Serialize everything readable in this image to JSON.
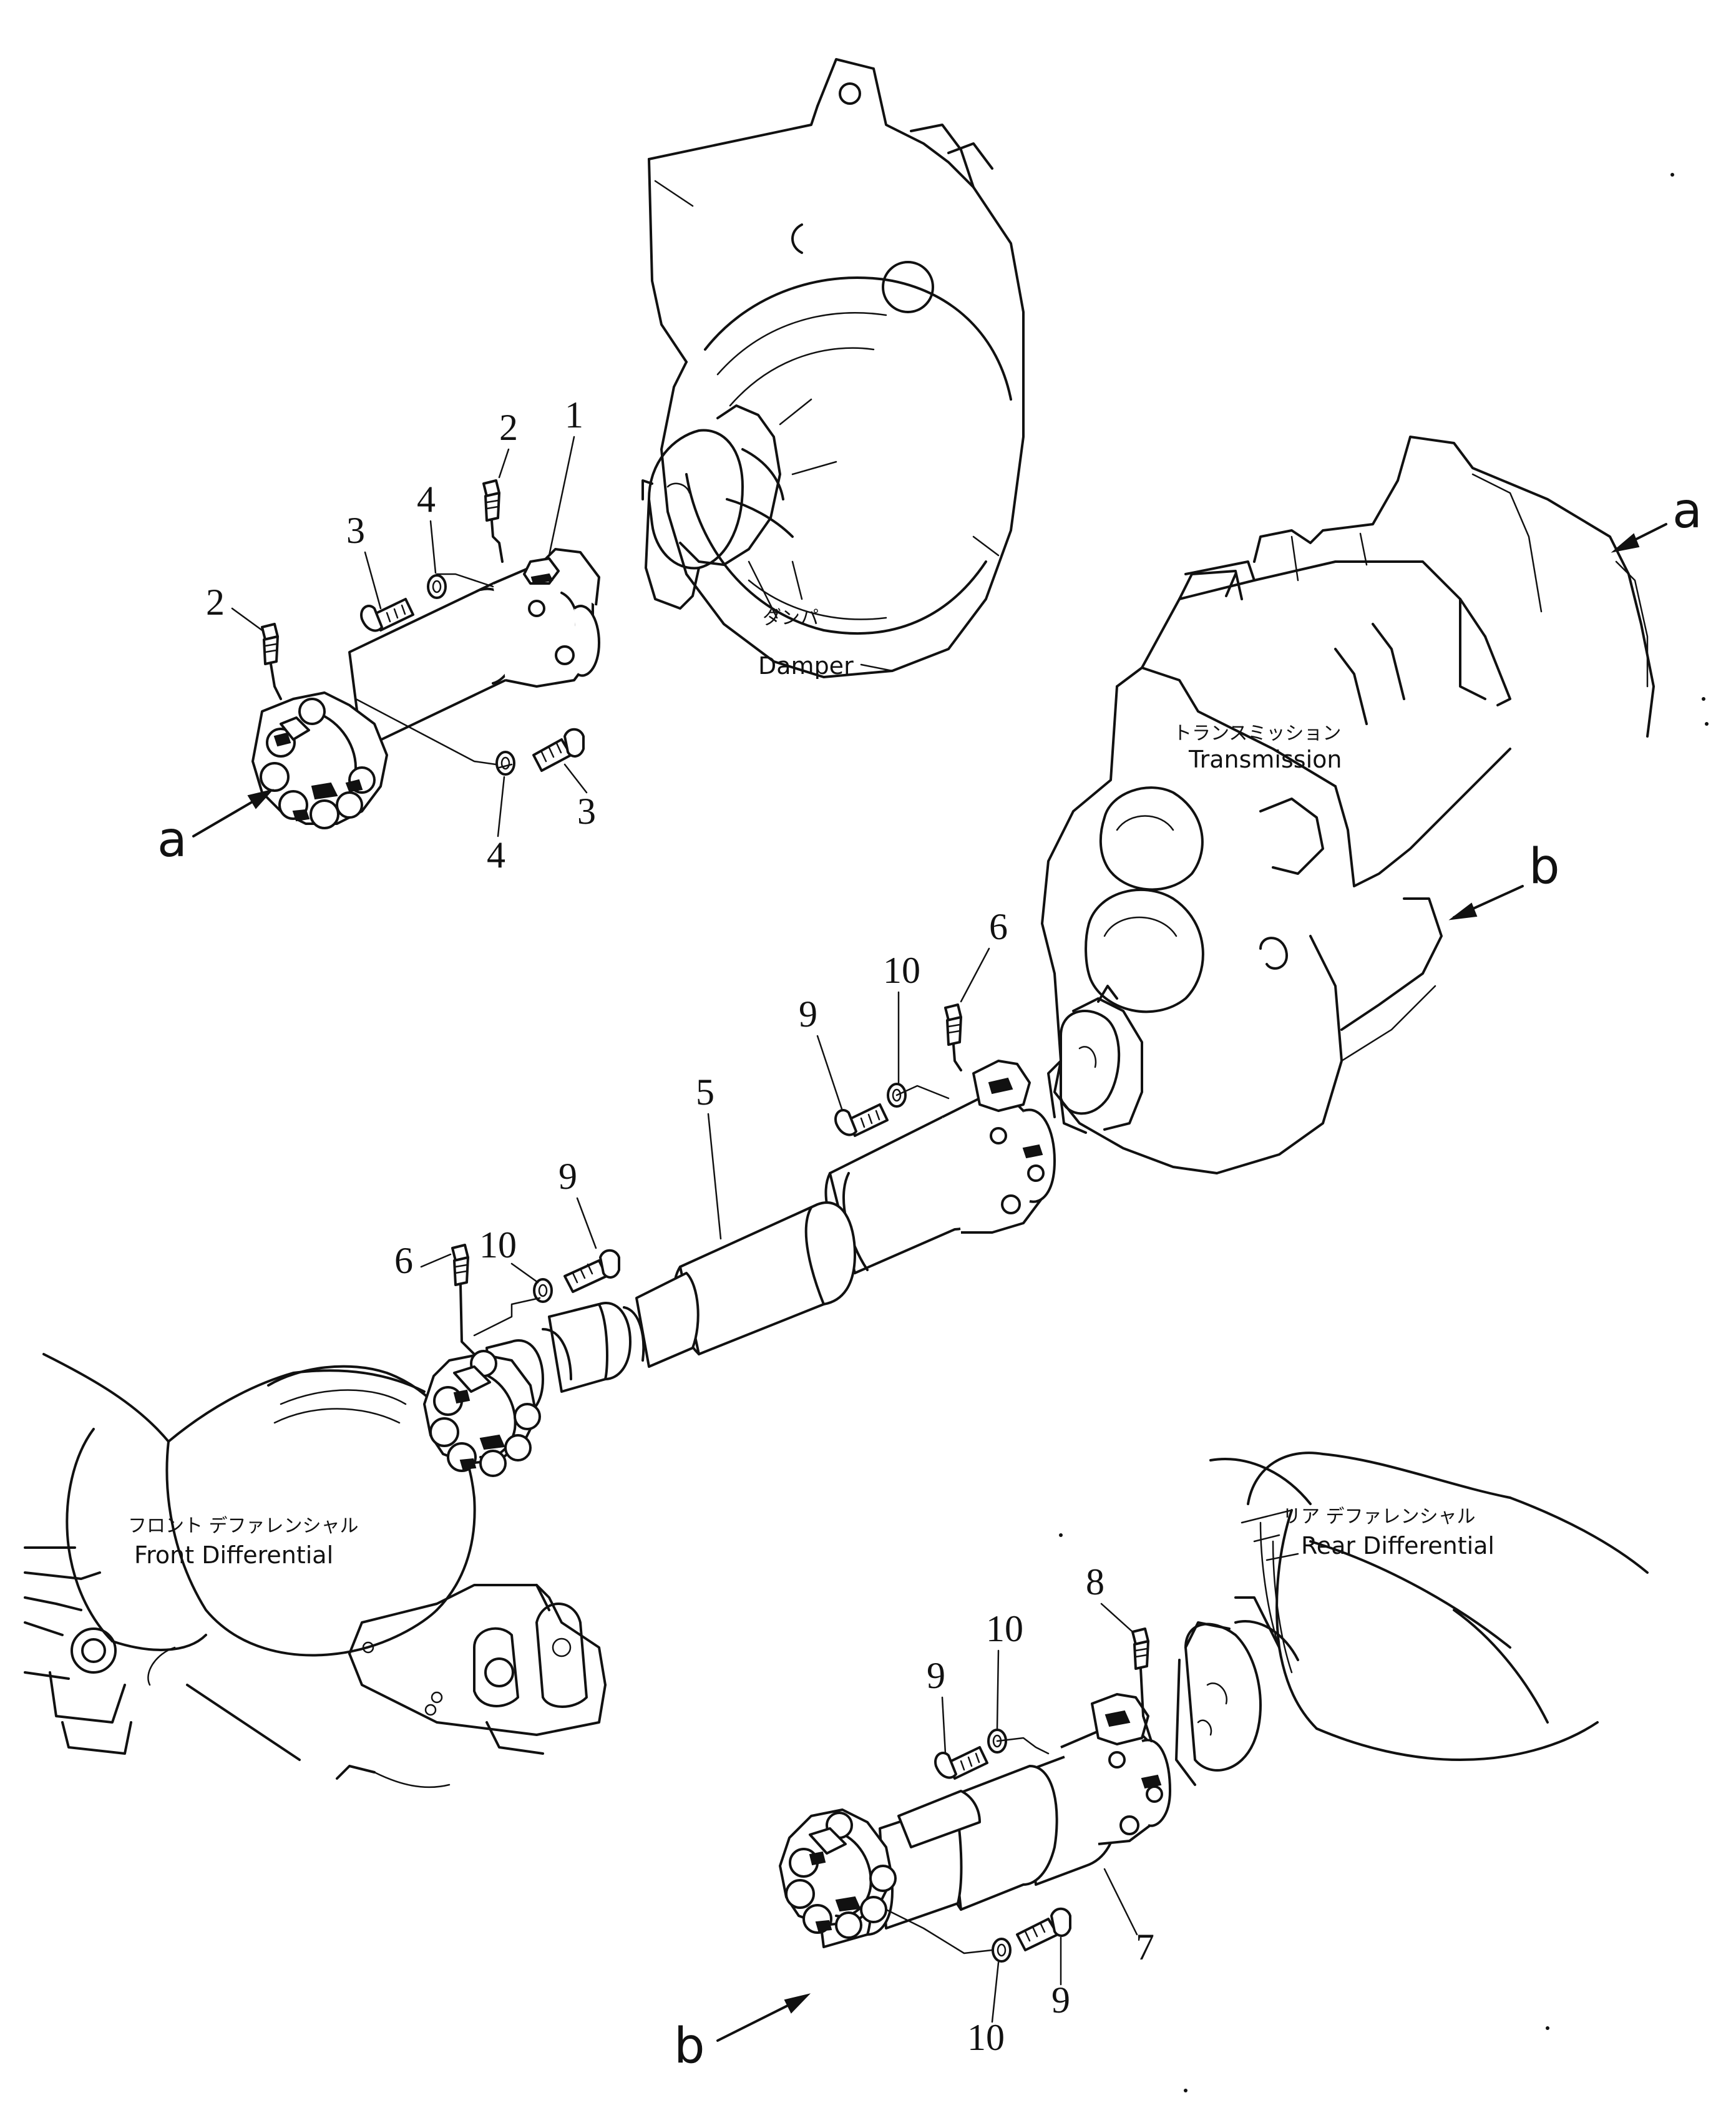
{
  "components": {
    "damper": {
      "jp": "ダンパ",
      "en": "Damper"
    },
    "transmission": {
      "jp": "トランスミッション",
      "en": "Transmission"
    },
    "front_differential": {
      "jp": "フロント デファレンシャル",
      "en": "Front Differential"
    },
    "rear_differential": {
      "jp": "リア デファレンシャル",
      "en": "Rear Differential"
    }
  },
  "refs": {
    "a": "a",
    "b": "b"
  },
  "callouts": {
    "c1": "1",
    "c2a": "2",
    "c2b": "2",
    "c3a": "3",
    "c3b": "3",
    "c4a": "4",
    "c4b": "4",
    "c5": "5",
    "c6a": "6",
    "c6b": "6",
    "c7": "7",
    "c8": "8",
    "c9a": "9",
    "c9b": "9",
    "c9c": "9",
    "c9d": "9",
    "c10a": "10",
    "c10b": "10",
    "c10c": "10",
    "c10d": "10"
  }
}
